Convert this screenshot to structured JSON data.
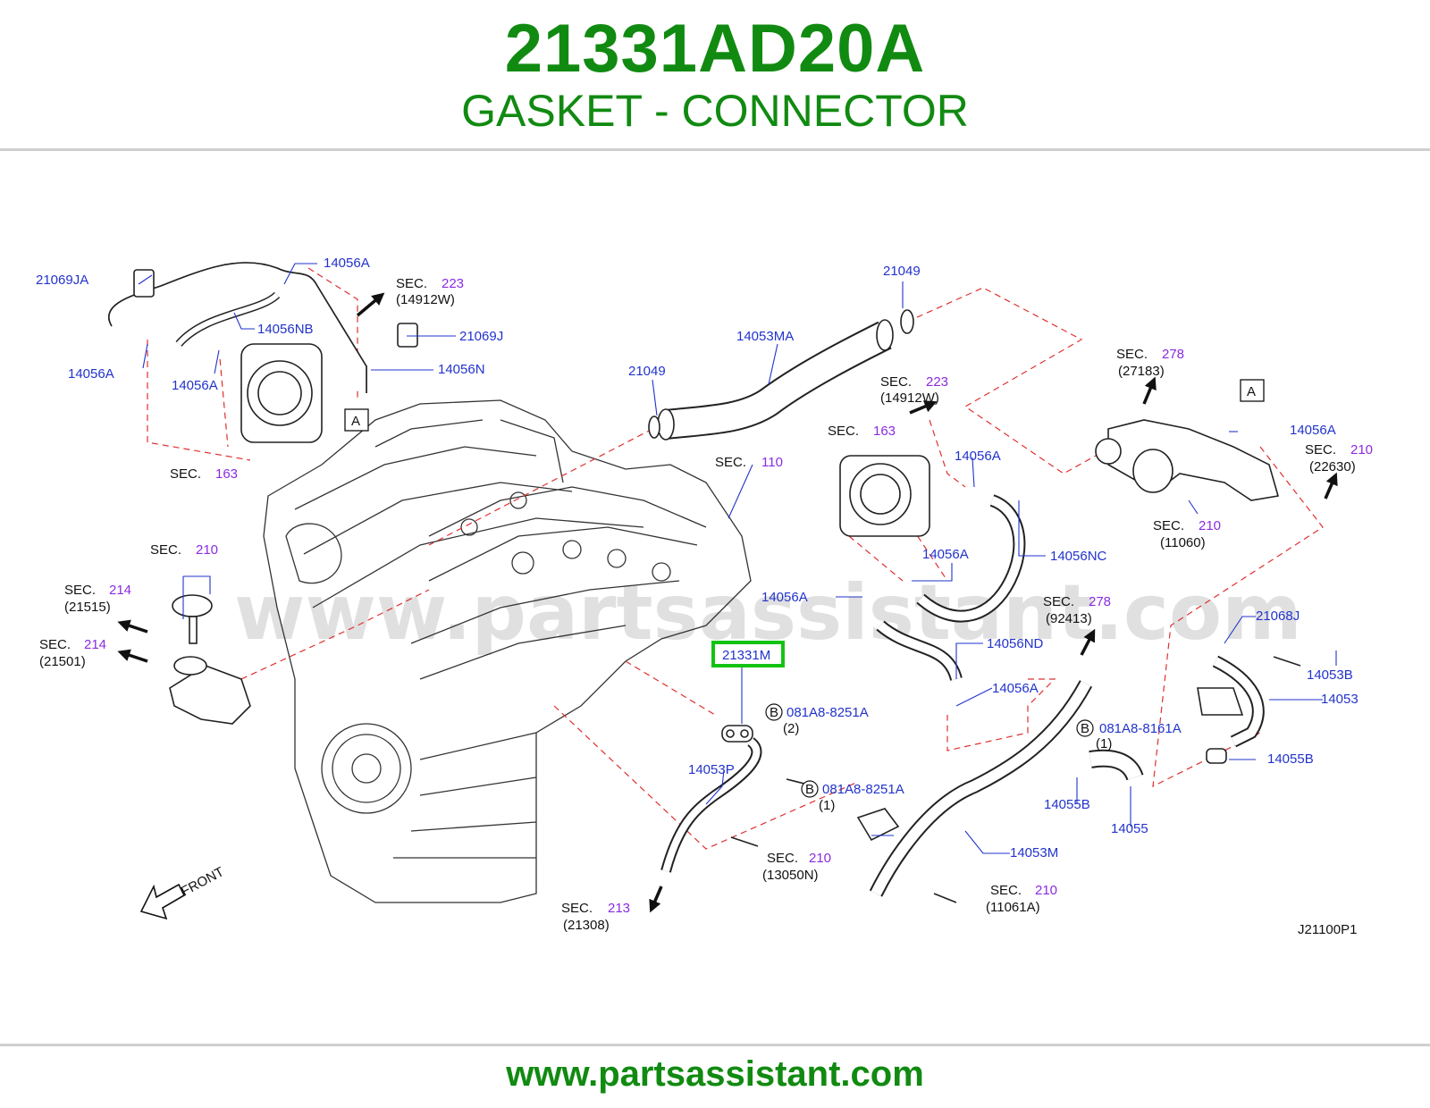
{
  "header": {
    "part_number": "21331AD20A",
    "part_name": "GASKET - CONNECTOR"
  },
  "footer": {
    "url": "www.partsassistant.com"
  },
  "watermark": "www.partsassistant.com",
  "diagram_code": "J21100P1",
  "front_label": "FRONT",
  "highlight_color": "#13c313",
  "callouts": {
    "c21069JA": "21069JA",
    "c14056A_1": "14056A",
    "c14056NB": "14056NB",
    "c14056A_2": "14056A",
    "c14056A_3": "14056A",
    "c21069J": "21069J",
    "c14056N": "14056N",
    "c21049_1": "21049",
    "c14053MA": "14053MA",
    "c21049_2": "21049",
    "c14056A_4": "14056A",
    "c14056A_5": "14056A",
    "c14056NC": "14056NC",
    "c14056A_6": "14056A",
    "c14056ND": "14056ND",
    "c14056A_7": "14056A",
    "c14056A_8": "14056A",
    "c21068J": "21068J",
    "c14053B": "14053B",
    "c14053": "14053",
    "c14055B_1": "14055B",
    "c14055B_2": "14055B",
    "c14055": "14055",
    "c14053M": "14053M",
    "c14053P": "14053P",
    "c21331M": "21331M",
    "c081A8_1": "081A8-8251A",
    "c081A8_1q": "(2)",
    "c081A8_2": "081A8-8251A",
    "c081A8_2q": "(1)",
    "c081A8_3": "081A8-8161A",
    "c081A8_3q": "(1)",
    "box_a": "A",
    "bolt_b": "B"
  },
  "sections": {
    "sec_label": "SEC.",
    "s223a": {
      "num": "223",
      "ref": "(14912W)"
    },
    "s163a": {
      "num": "163"
    },
    "s110": {
      "num": "110"
    },
    "s223b": {
      "num": "223",
      "ref": "(14912W)"
    },
    "s163b": {
      "num": "163"
    },
    "s278a": {
      "num": "278",
      "ref": "(27183)"
    },
    "s210a": {
      "num": "210",
      "ref": "(22630)"
    },
    "s210b": {
      "num": "210",
      "ref": "(11060)"
    },
    "s210c": {
      "num": "210"
    },
    "s214a": {
      "num": "214",
      "ref": "(21515)"
    },
    "s214b": {
      "num": "214",
      "ref": "(21501)"
    },
    "s278b": {
      "num": "278",
      "ref": "(92413)"
    },
    "s210d": {
      "num": "210",
      "ref": "(13050N)"
    },
    "s213": {
      "num": "213",
      "ref": "(21308)"
    },
    "s210e": {
      "num": "210",
      "ref": "(11061A)"
    }
  }
}
